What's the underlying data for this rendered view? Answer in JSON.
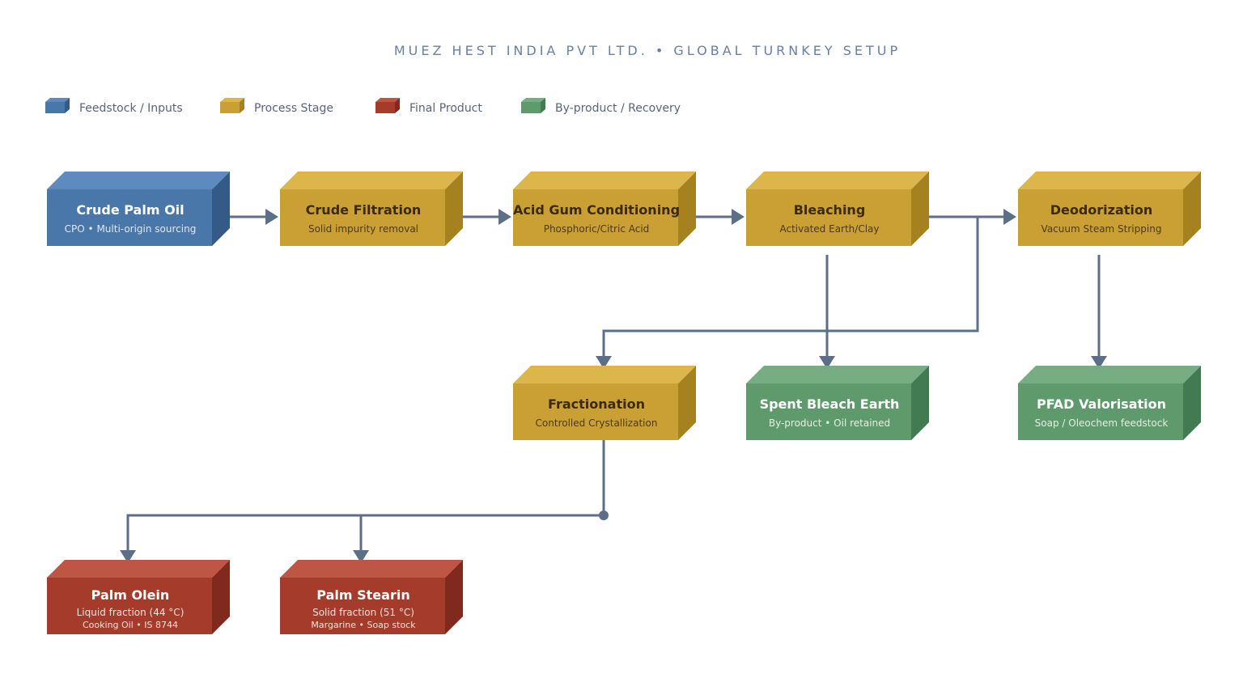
{
  "title": "MUEZ HEST INDIA PVT  LTD. • GLOBAL TURNKEY SETUP",
  "palette": {
    "feedstock": {
      "front": "#4a77aa",
      "top": "#5e8ac0",
      "side": "#345b87",
      "text": "#ffffff",
      "sub": "#dde8f5"
    },
    "process": {
      "front": "#caa034",
      "top": "#dcb64a",
      "side": "#a6821f",
      "text": "#3b2a06",
      "sub": "#4d3a0d"
    },
    "product": {
      "front": "#a53c2b",
      "top": "#bd5644",
      "side": "#7f2a1d",
      "text": "#ffffff",
      "sub": "#fbe0da"
    },
    "byproduct": {
      "front": "#5f9a6c",
      "top": "#76ad82",
      "side": "#427a51",
      "text": "#ffffff",
      "sub": "#e2f1e5"
    },
    "edge": "#5d6f88"
  },
  "legend": [
    {
      "kind": "feedstock",
      "label": "Feedstock / Inputs"
    },
    {
      "kind": "process",
      "label": "Process Stage"
    },
    {
      "kind": "product",
      "label": "Final Product"
    },
    {
      "kind": "byproduct",
      "label": "By-product / Recovery"
    }
  ],
  "nodes": [
    {
      "id": "cpo",
      "kind": "feedstock",
      "title": "Crude Palm Oil",
      "sub": "CPO • Multi-origin sourcing"
    },
    {
      "id": "filtration",
      "kind": "process",
      "title": "Crude Filtration",
      "sub": "Solid impurity removal"
    },
    {
      "id": "degumming",
      "kind": "process",
      "title": "Acid Gum Conditioning",
      "sub": "Phosphoric/Citric Acid"
    },
    {
      "id": "bleaching",
      "kind": "process",
      "title": "Bleaching",
      "sub": "Activated Earth/Clay"
    },
    {
      "id": "deodorization",
      "kind": "process",
      "title": "Deodorization",
      "sub": "Vacuum Steam Stripping"
    },
    {
      "id": "fractionation",
      "kind": "process",
      "title": "Fractionation",
      "sub": "Controlled Crystallization"
    },
    {
      "id": "sbe",
      "kind": "byproduct",
      "title": "Spent Bleach Earth",
      "sub": "By-product • Oil retained"
    },
    {
      "id": "pfad",
      "kind": "byproduct",
      "title": "PFAD Valorisation",
      "sub": "Soap / Oleochem feedstock"
    },
    {
      "id": "olein",
      "kind": "product",
      "title": "Palm Olein",
      "sub": "Liquid fraction (44 °C)",
      "sub2": "Cooking Oil • IS 8744"
    },
    {
      "id": "stearin",
      "kind": "product",
      "title": "Palm Stearin",
      "sub": "Solid fraction (51 °C)",
      "sub2": "Margarine • Soap stock"
    }
  ],
  "edges": [
    {
      "from": "cpo",
      "to": "filtration"
    },
    {
      "from": "filtration",
      "to": "degumming"
    },
    {
      "from": "degumming",
      "to": "bleaching"
    },
    {
      "from": "bleaching",
      "to": "deodorization"
    },
    {
      "from": "bleaching",
      "to": "fractionation"
    },
    {
      "from": "bleaching",
      "to": "sbe"
    },
    {
      "from": "deodorization",
      "to": "pfad"
    },
    {
      "from": "fractionation",
      "to": "olein"
    },
    {
      "from": "fractionation",
      "to": "stearin"
    }
  ]
}
